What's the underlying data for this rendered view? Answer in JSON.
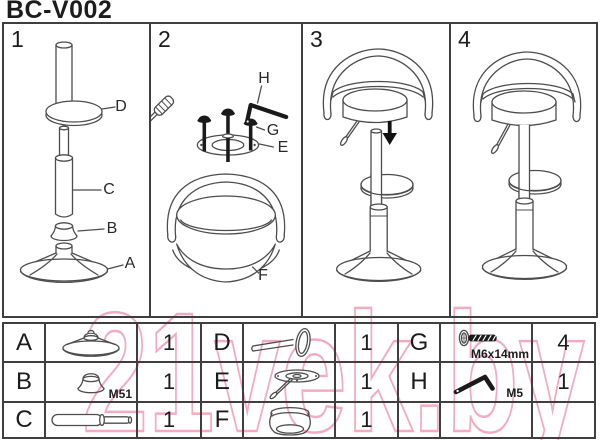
{
  "title": "BC-V002",
  "watermark": {
    "text": "21vek.by",
    "color": "#f0a3b8"
  },
  "panels": [
    {
      "number": "1",
      "callouts": [
        "D",
        "C",
        "B",
        "A"
      ]
    },
    {
      "number": "2",
      "callouts": [
        "H",
        "G",
        "E",
        "F"
      ]
    },
    {
      "number": "3",
      "callouts": []
    },
    {
      "number": "4",
      "callouts": []
    }
  ],
  "parts_table": {
    "rows": [
      [
        {
          "part": "A",
          "qty": "1",
          "note": ""
        },
        {
          "part": "D",
          "qty": "1",
          "note": ""
        },
        {
          "part": "G",
          "qty": "4",
          "note": "M6x14mm"
        }
      ],
      [
        {
          "part": "B",
          "qty": "1",
          "note": "M51"
        },
        {
          "part": "E",
          "qty": "1",
          "note": ""
        },
        {
          "part": "H",
          "qty": "1",
          "note": "M5"
        }
      ],
      [
        {
          "part": "C",
          "qty": "1",
          "note": ""
        },
        {
          "part": "F",
          "qty": "1",
          "note": ""
        },
        {
          "part": "",
          "qty": "",
          "note": ""
        }
      ]
    ]
  }
}
